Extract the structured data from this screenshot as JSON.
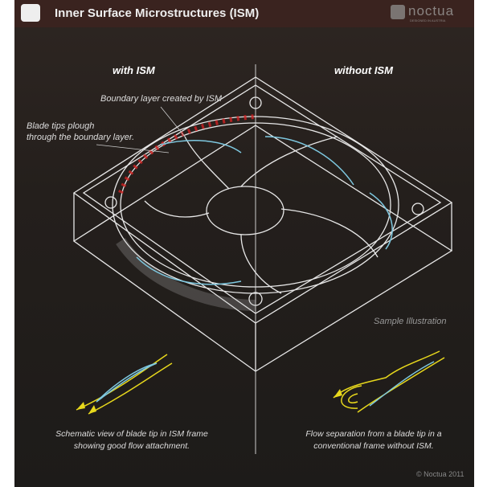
{
  "header": {
    "title": "Inner Surface Microstructures (ISM)",
    "logo_text": "noctua",
    "logo_tagline": "DESIGNED IN AUSTRIA"
  },
  "labels": {
    "with_ism": "with ISM",
    "without_ism": "without ISM",
    "boundary_layer": "Boundary layer created by ISM",
    "blade_tips_line1": "Blade tips plough",
    "blade_tips_line2": "through the boundary layer.",
    "sample": "Sample Illustration"
  },
  "captions": {
    "left_line1": "Schematic view of blade tip in ISM frame",
    "left_line2": "showing good flow attachment.",
    "right_line1": "Flow separation from a blade tip in a",
    "right_line2": "conventional frame without ISM."
  },
  "copyright": "© Noctua 2011",
  "colors": {
    "header": "#3a231f",
    "flow": "#e8d81c",
    "blade": "#7ec8e0",
    "boundary": "#d02020"
  }
}
